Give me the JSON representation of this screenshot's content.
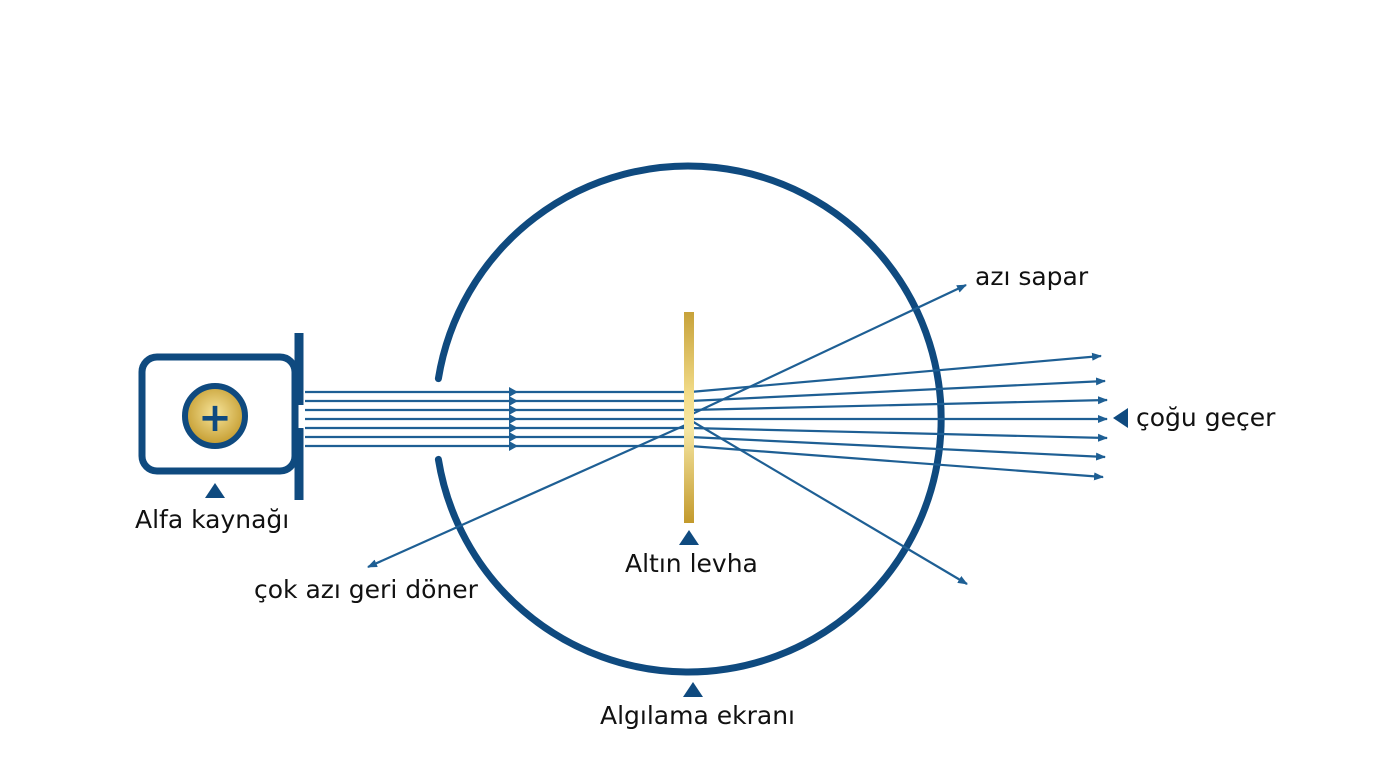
{
  "labels": {
    "alpha_source": "Alfa kaynağı",
    "gold_foil": "Altın levha",
    "detector_screen": "Algılama ekranı",
    "few_deflect": "azı sapar",
    "most_pass": "çoğu geçer",
    "very_few_return": "çok azı geri döner",
    "source_symbol": "+"
  },
  "colors": {
    "primary_blue": "#0f4a7f",
    "beam_blue": "#1e5f94",
    "gold_light": "#f3dd8a",
    "gold_dark": "#c7a23a",
    "text": "#111111"
  },
  "icons": {
    "marker": "triangle-marker-icon"
  }
}
